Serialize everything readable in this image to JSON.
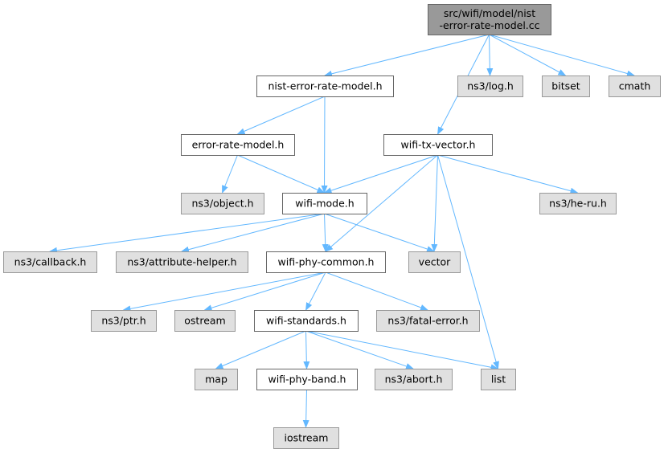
{
  "colors": {
    "root_fill": "#999999",
    "root_stroke": "#666666",
    "documented_fill": "#ffffff",
    "documented_stroke": "#666666",
    "external_fill": "#e0e0e0",
    "external_stroke": "#999999",
    "edge": "#63b8ff"
  },
  "nodes": [
    {
      "id": "root",
      "lines": [
        "src/wifi/model/nist",
        "-error-rate-model.cc"
      ],
      "kind": "root"
    },
    {
      "id": "nist-h",
      "lines": [
        "nist-error-rate-model.h"
      ],
      "kind": "documented"
    },
    {
      "id": "log-h",
      "lines": [
        "ns3/log.h"
      ],
      "kind": "external"
    },
    {
      "id": "bitset",
      "lines": [
        "bitset"
      ],
      "kind": "external"
    },
    {
      "id": "cmath",
      "lines": [
        "cmath"
      ],
      "kind": "external"
    },
    {
      "id": "error-rate-model-h",
      "lines": [
        "error-rate-model.h"
      ],
      "kind": "documented"
    },
    {
      "id": "wifi-tx-vector-h",
      "lines": [
        "wifi-tx-vector.h"
      ],
      "kind": "documented"
    },
    {
      "id": "object-h",
      "lines": [
        "ns3/object.h"
      ],
      "kind": "external"
    },
    {
      "id": "wifi-mode-h",
      "lines": [
        "wifi-mode.h"
      ],
      "kind": "documented"
    },
    {
      "id": "he-ru-h",
      "lines": [
        "ns3/he-ru.h"
      ],
      "kind": "external"
    },
    {
      "id": "callback-h",
      "lines": [
        "ns3/callback.h"
      ],
      "kind": "external"
    },
    {
      "id": "attribute-helper-h",
      "lines": [
        "ns3/attribute-helper.h"
      ],
      "kind": "external"
    },
    {
      "id": "wifi-phy-common-h",
      "lines": [
        "wifi-phy-common.h"
      ],
      "kind": "documented"
    },
    {
      "id": "vector",
      "lines": [
        "vector"
      ],
      "kind": "external"
    },
    {
      "id": "ptr-h",
      "lines": [
        "ns3/ptr.h"
      ],
      "kind": "external"
    },
    {
      "id": "ostream",
      "lines": [
        "ostream"
      ],
      "kind": "external"
    },
    {
      "id": "wifi-standards-h",
      "lines": [
        "wifi-standards.h"
      ],
      "kind": "documented"
    },
    {
      "id": "fatal-error-h",
      "lines": [
        "ns3/fatal-error.h"
      ],
      "kind": "external"
    },
    {
      "id": "map",
      "lines": [
        "map"
      ],
      "kind": "external"
    },
    {
      "id": "wifi-phy-band-h",
      "lines": [
        "wifi-phy-band.h"
      ],
      "kind": "documented"
    },
    {
      "id": "abort-h",
      "lines": [
        "ns3/abort.h"
      ],
      "kind": "external"
    },
    {
      "id": "list",
      "lines": [
        "list"
      ],
      "kind": "external"
    },
    {
      "id": "iostream",
      "lines": [
        "iostream"
      ],
      "kind": "external"
    }
  ],
  "edges": [
    {
      "from": "root",
      "to": "nist-h"
    },
    {
      "from": "root",
      "to": "log-h"
    },
    {
      "from": "root",
      "to": "bitset"
    },
    {
      "from": "root",
      "to": "cmath"
    },
    {
      "from": "root",
      "to": "wifi-tx-vector-h"
    },
    {
      "from": "nist-h",
      "to": "error-rate-model-h"
    },
    {
      "from": "nist-h",
      "to": "wifi-mode-h"
    },
    {
      "from": "error-rate-model-h",
      "to": "object-h"
    },
    {
      "from": "error-rate-model-h",
      "to": "wifi-mode-h"
    },
    {
      "from": "wifi-tx-vector-h",
      "to": "wifi-mode-h"
    },
    {
      "from": "wifi-tx-vector-h",
      "to": "he-ru-h"
    },
    {
      "from": "wifi-tx-vector-h",
      "to": "wifi-phy-common-h"
    },
    {
      "from": "wifi-tx-vector-h",
      "to": "vector"
    },
    {
      "from": "wifi-tx-vector-h",
      "to": "list"
    },
    {
      "from": "wifi-mode-h",
      "to": "callback-h"
    },
    {
      "from": "wifi-mode-h",
      "to": "attribute-helper-h"
    },
    {
      "from": "wifi-mode-h",
      "to": "wifi-phy-common-h"
    },
    {
      "from": "wifi-mode-h",
      "to": "vector"
    },
    {
      "from": "wifi-phy-common-h",
      "to": "ptr-h"
    },
    {
      "from": "wifi-phy-common-h",
      "to": "ostream"
    },
    {
      "from": "wifi-phy-common-h",
      "to": "wifi-standards-h"
    },
    {
      "from": "wifi-phy-common-h",
      "to": "fatal-error-h"
    },
    {
      "from": "wifi-standards-h",
      "to": "map"
    },
    {
      "from": "wifi-standards-h",
      "to": "wifi-phy-band-h"
    },
    {
      "from": "wifi-standards-h",
      "to": "abort-h"
    },
    {
      "from": "wifi-standards-h",
      "to": "list"
    },
    {
      "from": "wifi-phy-band-h",
      "to": "iostream"
    }
  ]
}
